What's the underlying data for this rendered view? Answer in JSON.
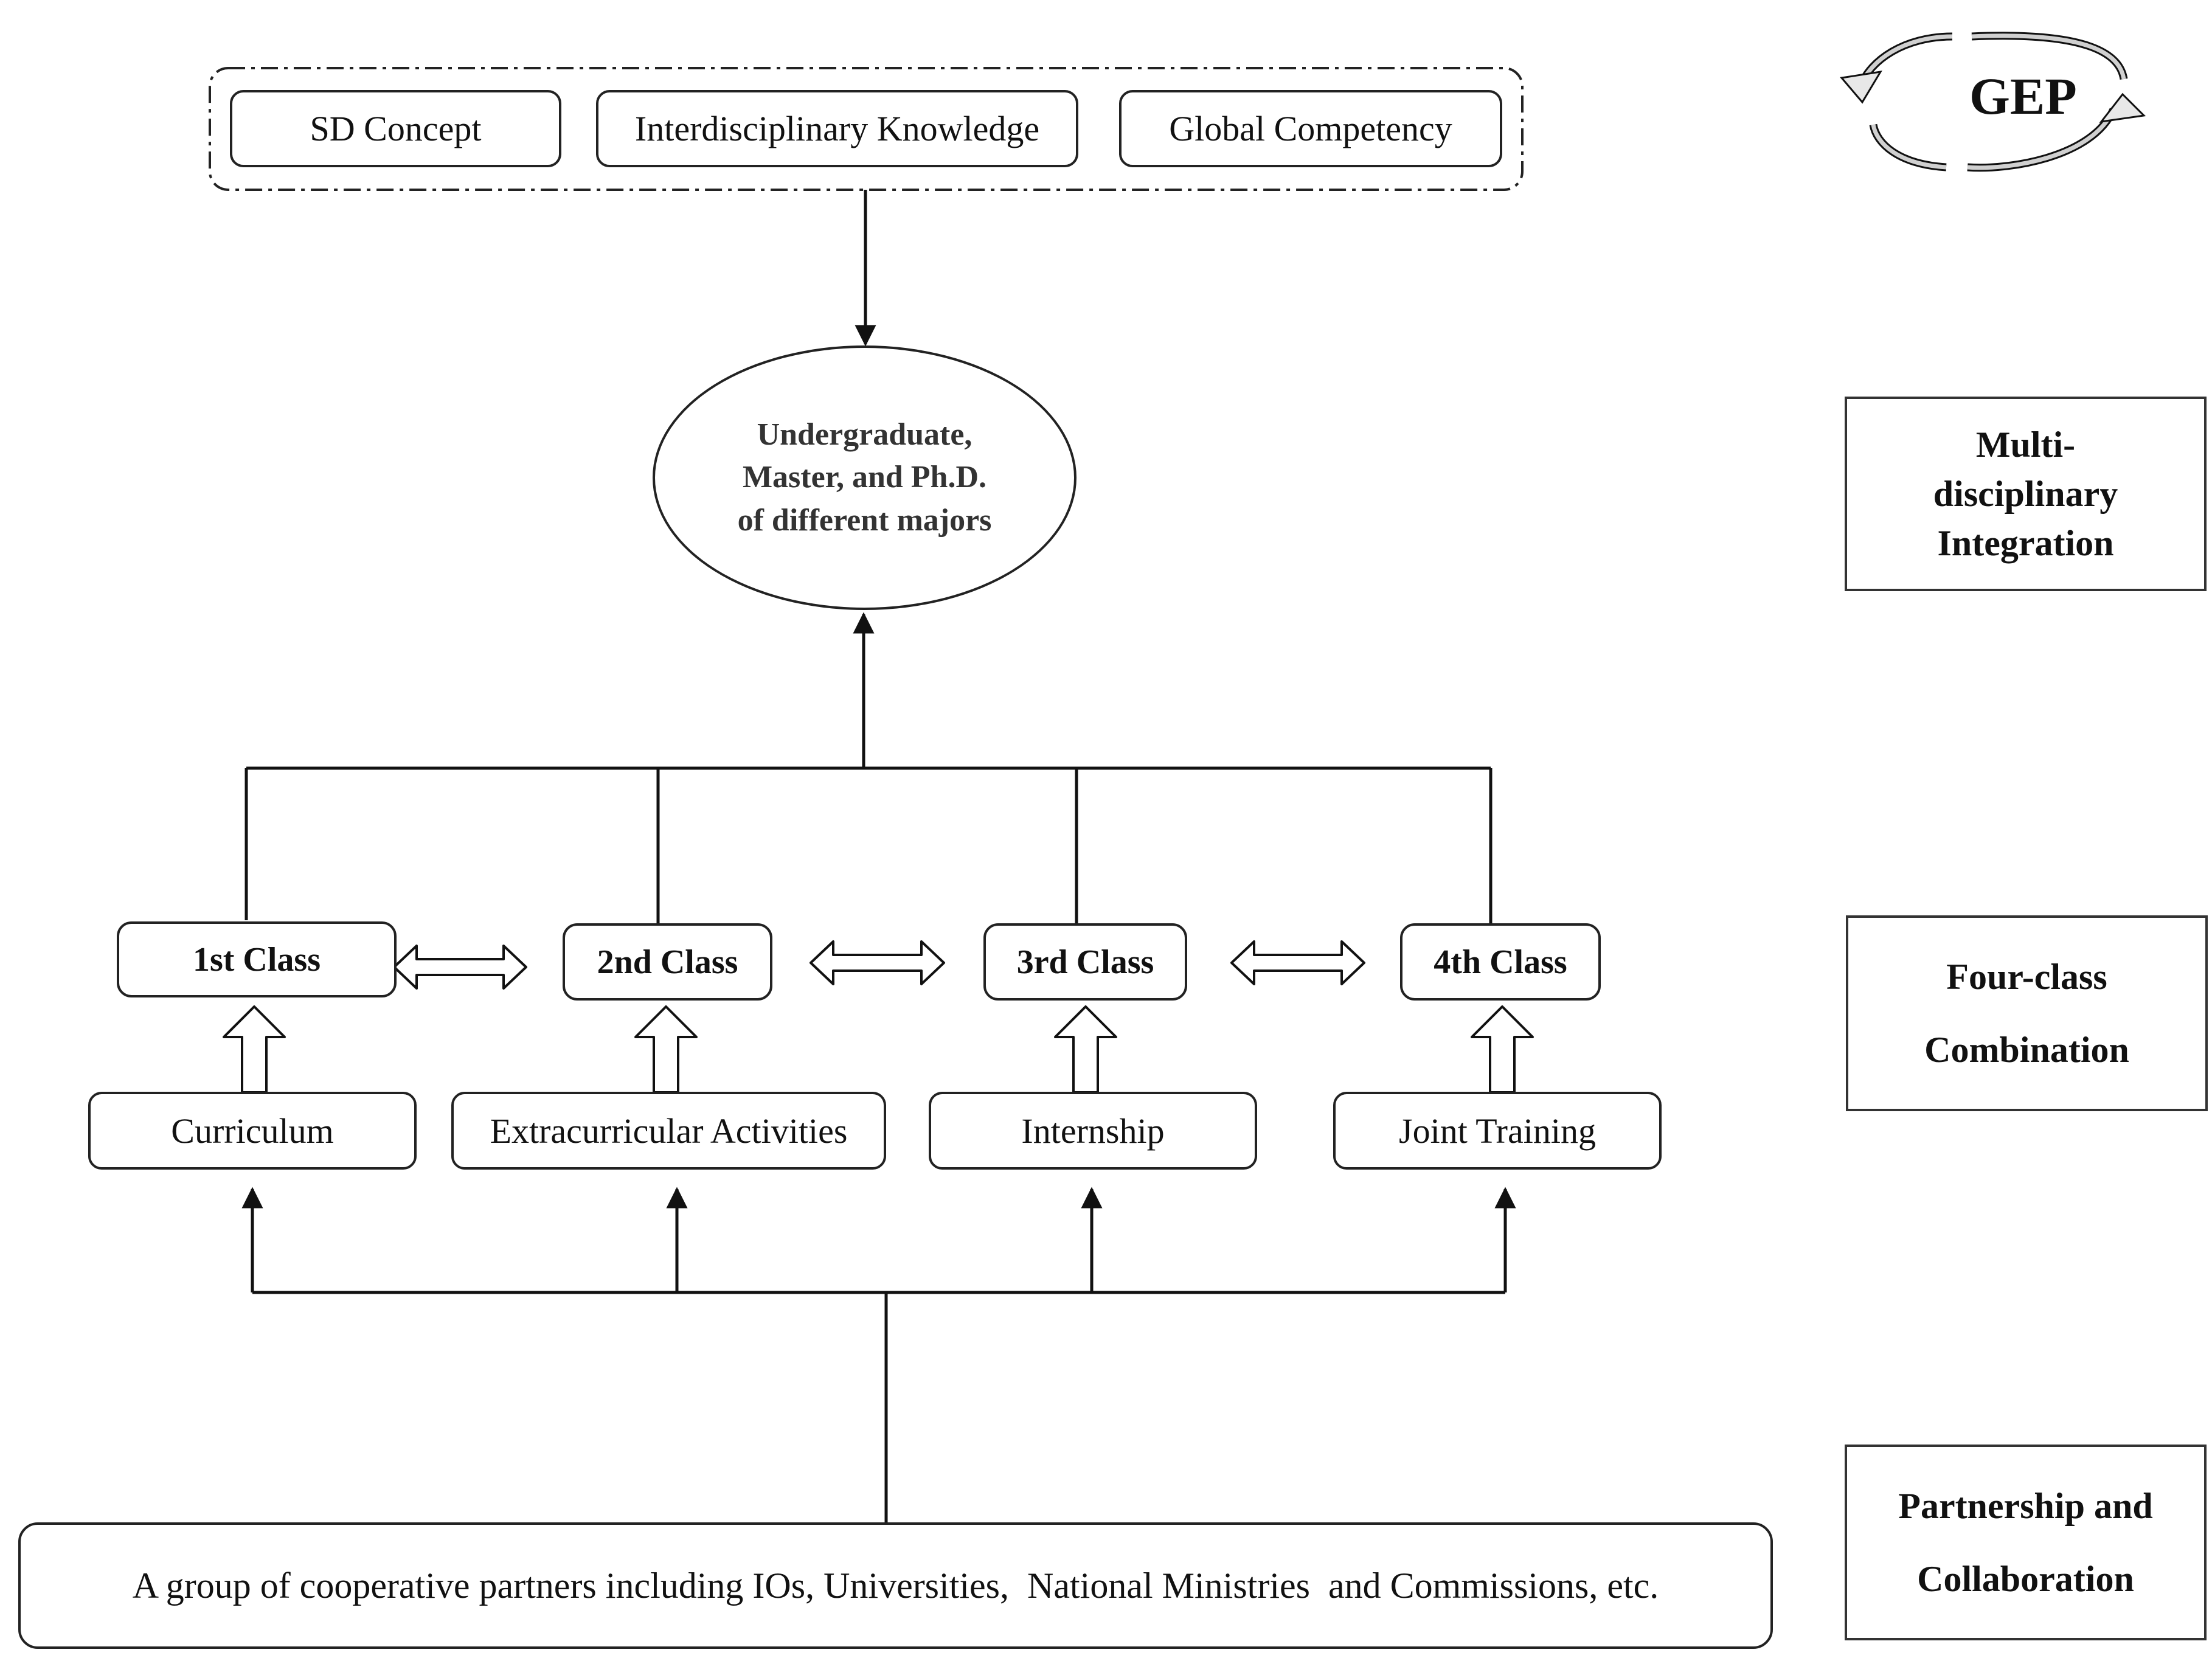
{
  "goals": [
    "SD Concept",
    "Interdisciplinary Knowledge",
    "Global Competency"
  ],
  "students": {
    "line1": "Undergraduate,",
    "line2": "Master, and Ph.D.",
    "line3": "of different majors"
  },
  "classes": [
    "1st Class",
    "2nd Class",
    "3rd Class",
    "4th Class"
  ],
  "sources": [
    "Curriculum",
    "Extracurricular Activities",
    "Internship",
    "Joint Training"
  ],
  "partners": "A group of cooperative partners including IOs, Universities,  National Ministries  and Commissions, etc.",
  "gep": "GEP",
  "side_labels": {
    "multi": {
      "line1": "Multi-",
      "line2": "disciplinary",
      "line3": "Integration"
    },
    "four": {
      "line1": "Four-class",
      "line2": "Combination"
    },
    "partnership": {
      "line1": "Partnership and",
      "line2": "Collaboration"
    }
  }
}
